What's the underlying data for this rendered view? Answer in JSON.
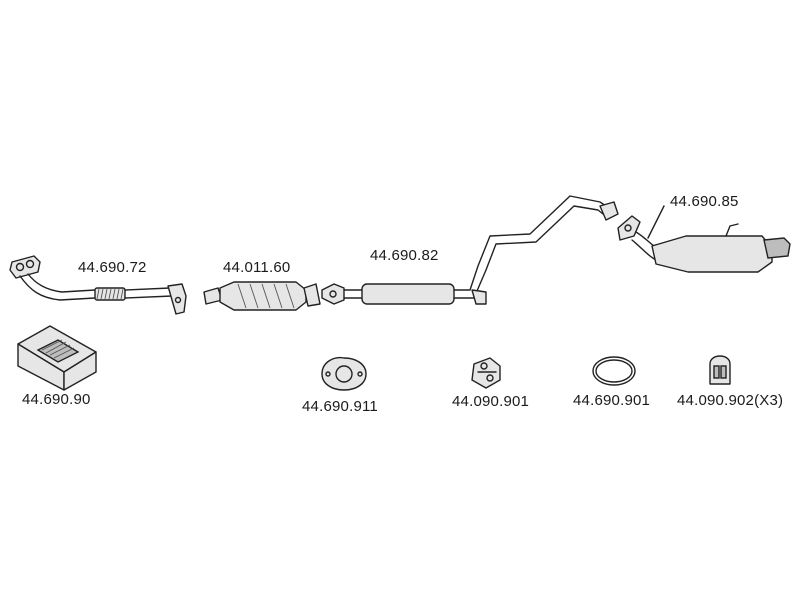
{
  "parts": [
    {
      "id": "front_pipe",
      "part_number": "44.690.72"
    },
    {
      "id": "catalytic_converter",
      "part_number": "44.011.60"
    },
    {
      "id": "middle_silencer",
      "part_number": "44.690.82"
    },
    {
      "id": "rear_silencer",
      "part_number": "44.690.85"
    },
    {
      "id": "mounting_kit",
      "part_number": "44.690.90"
    },
    {
      "id": "flange_gasket",
      "part_number": "44.690.911"
    },
    {
      "id": "rubber_mount_a",
      "part_number": "44.090.901"
    },
    {
      "id": "sealing_ring",
      "part_number": "44.690.901"
    },
    {
      "id": "rubber_mount_b",
      "part_number": "44.090.902(X3)"
    }
  ],
  "colors": {
    "line": "#222222",
    "fill": "#e6e6e6",
    "background": "#ffffff"
  }
}
